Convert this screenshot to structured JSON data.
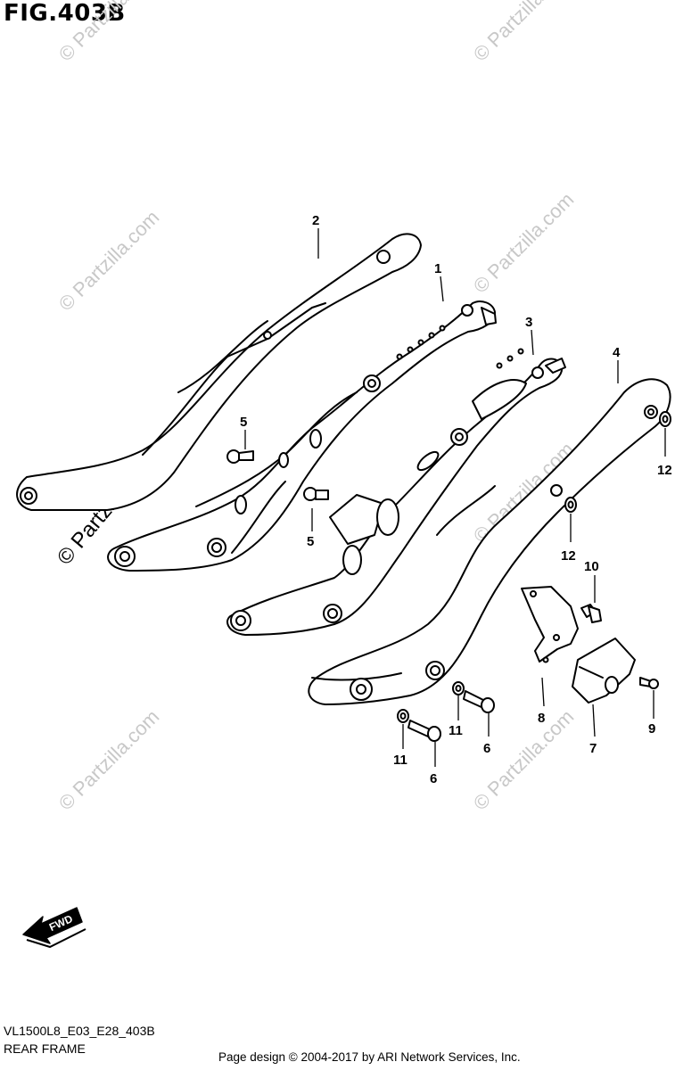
{
  "figure": {
    "title": "FIG.403B",
    "model_code": "VL1500L8_E03_E28_403B",
    "section_name": "REAR FRAME",
    "credit": "Page design © 2004-2017 by ARI Network Services, Inc.",
    "watermark": "© Partzilla.com",
    "fwd_label": "FWD"
  },
  "callouts": {
    "c1": "1",
    "c2": "2",
    "c3": "3",
    "c4": "4",
    "c5a": "5",
    "c5b": "5",
    "c6a": "6",
    "c6b": "6",
    "c7": "7",
    "c8": "8",
    "c9": "9",
    "c10": "10",
    "c11a": "11",
    "c11b": "11",
    "c12a": "12",
    "c12b": "12"
  }
}
